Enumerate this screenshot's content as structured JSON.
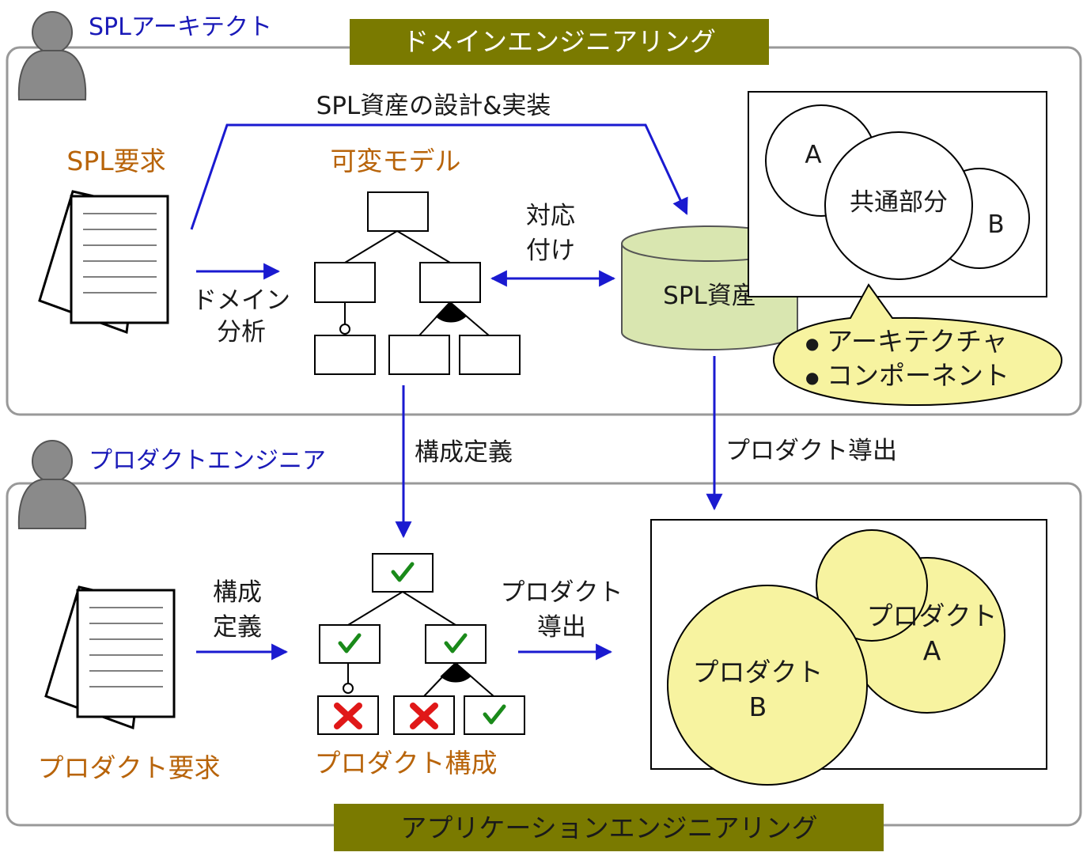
{
  "roles": {
    "architect": "SPLアーキテクト",
    "engineer": "プロダクトエンジニア"
  },
  "phases": {
    "domain": "ドメインエンジニアリング",
    "application": "アプリケーションエンジニアリング"
  },
  "labels": {
    "spl_requirements": "SPL要求",
    "variability_model": "可変モデル",
    "design_impl": "SPL資産の設計&実装",
    "mapping_1": "対応",
    "mapping_2": "付け",
    "domain_analysis_1": "ドメイン",
    "domain_analysis_2": "分析",
    "spl_assets": "SPL資産",
    "venn_a": "A",
    "venn_common": "共通部分",
    "venn_b": "B",
    "callout_1": "アーキテクチャ",
    "callout_2": "コンポーネント",
    "bullet": "●",
    "config_definition": "構成定義",
    "product_derivation": "プロダクト導出",
    "config_def_1": "構成",
    "config_def_2": "定義",
    "derivation_1": "プロダクト",
    "derivation_2": "導出",
    "product_requirements": "プロダクト要求",
    "product_config": "プロダクト構成",
    "product_a_1": "プロダクト",
    "product_a_2": "A",
    "product_b_1": "プロダクト",
    "product_b_2": "B"
  },
  "colors": {
    "phase_bg": "#7a7a00",
    "blue_text": "#1a1ab8",
    "orange_text": "#b8640a",
    "arrow": "#1a1ad0",
    "cylinder": "#d9e6b0",
    "callout": "#f7f3a0",
    "check": "#1a8a1a",
    "cross": "#e01818"
  },
  "icons": {
    "person": "person-icon",
    "document": "document-icon",
    "check": "check-icon",
    "cross": "cross-icon"
  }
}
